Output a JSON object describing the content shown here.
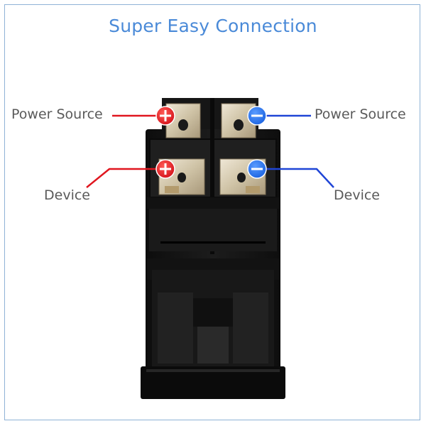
{
  "title": "Super Easy Connection",
  "labels": {
    "power_source_left": "Power Source",
    "power_source_right": "Power Source",
    "device_left": "Device",
    "device_right": "Device"
  },
  "terminals": {
    "positive_symbol": "+",
    "negative_symbol": "−",
    "positive_color": "#e0161f",
    "negative_color": "#1f6fe6"
  },
  "colors": {
    "title": "#4a8ad8",
    "label_text": "#5a5a5a",
    "positive_line": "#e0161f",
    "negative_line": "#1f45d6",
    "frame": "#8fb2d6"
  }
}
